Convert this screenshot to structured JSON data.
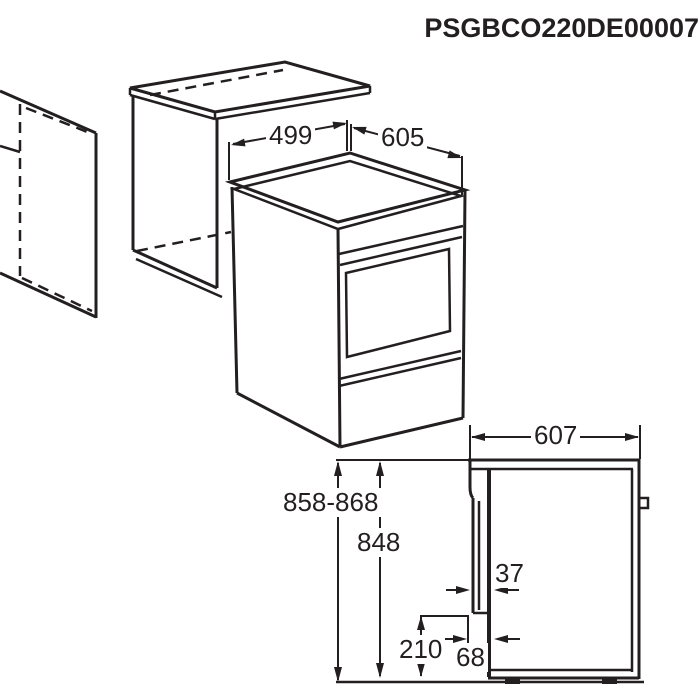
{
  "title": "PSGBCO220DE00007",
  "diagram": {
    "colors": {
      "line": "#231f20",
      "background": "#ffffff"
    },
    "isometric_view": {
      "description": "cooker between kitchen cabinets with countertop",
      "labels": {
        "width": "499",
        "depth": "605"
      }
    },
    "side_view": {
      "description": "side elevation of cooker with dimensions",
      "labels": {
        "total_depth": "607",
        "adjustable_height": "858-868",
        "body_height": "848",
        "plinth_height": "210",
        "handle_protrusion": "37",
        "bottom_recess": "68"
      }
    }
  }
}
